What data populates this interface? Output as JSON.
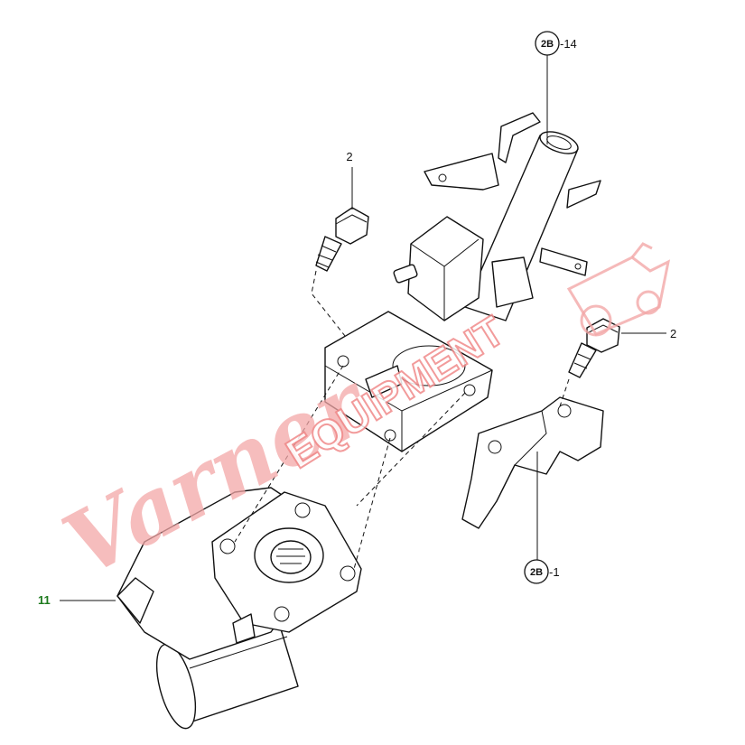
{
  "callouts": {
    "column_ref": {
      "circle": "2B",
      "suffix": "-14"
    },
    "bolt_top": "2",
    "bolt_right": "2",
    "bracket_ref": {
      "circle": "2B",
      "suffix": "-1"
    },
    "orbital_unit": "11"
  },
  "watermark": {
    "script": "Varner",
    "block": "EQUIPMENT"
  },
  "colors": {
    "callout_green": "#1d7a1d",
    "watermark": "#f3a7a7",
    "line": "#111111"
  }
}
